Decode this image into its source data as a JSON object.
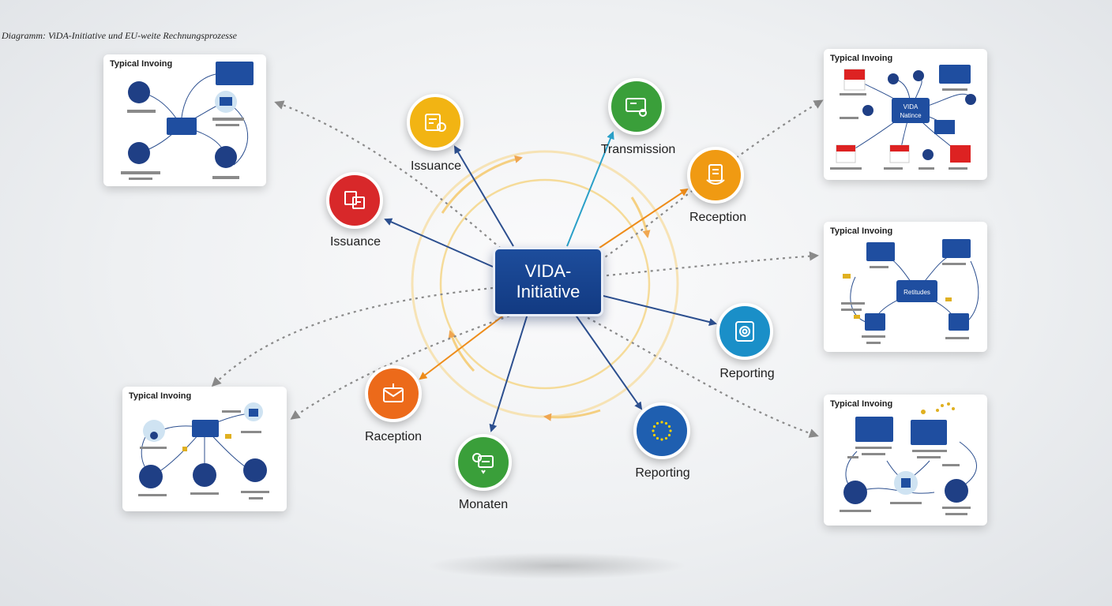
{
  "caption": "Diagramm: ViDA-Initiative und EU-weite Rechnungsprozesse",
  "hub": {
    "label": "VIDA-\nInitiative"
  },
  "nodes": [
    {
      "id": "issuance-top",
      "label": "Issuance",
      "color": "#f2b413",
      "icon": "invoice-check-icon"
    },
    {
      "id": "transmission",
      "label": "Transmission",
      "color": "#3a9f3a",
      "icon": "transmit-screen-icon"
    },
    {
      "id": "issuance-left",
      "label": "Issuance",
      "color": "#d8282a",
      "icon": "document-stack-icon"
    },
    {
      "id": "reception-right",
      "label": "Reception",
      "color": "#f09a12",
      "icon": "receipt-icon"
    },
    {
      "id": "reporting-right",
      "label": "Reporting",
      "color": "#1a8fc8",
      "icon": "report-fingerprint-icon"
    },
    {
      "id": "reception-left",
      "label": "Raception",
      "color": "#ec6a1a",
      "icon": "envelope-icon"
    },
    {
      "id": "monaten",
      "label": "Monaten",
      "color": "#3a9f3a",
      "icon": "money-card-icon"
    },
    {
      "id": "reporting-bottom",
      "label": "Reporting",
      "color": "#1f5fb0",
      "icon": "eu-stars-icon"
    }
  ],
  "cards": [
    {
      "id": "card-top-left",
      "title": "Typical Invoing"
    },
    {
      "id": "card-top-right",
      "title": "Typical Invoing",
      "center_label": "VIDA\nNatince"
    },
    {
      "id": "card-mid-right",
      "title": "Typical Invoing",
      "center_label": "Retitudes"
    },
    {
      "id": "card-bottom-left",
      "title": "Typical Invoing"
    },
    {
      "id": "card-bottom-right",
      "title": "Typical Invoing"
    }
  ],
  "colors": {
    "hub": "#1a4592",
    "solid_arrow": "#2c4f8f",
    "dotted_arrow": "#8a8a8a",
    "orange_arrow": "#ee8c1a",
    "teal_arrow": "#2aa0c8",
    "ring": "#f5d27a"
  }
}
